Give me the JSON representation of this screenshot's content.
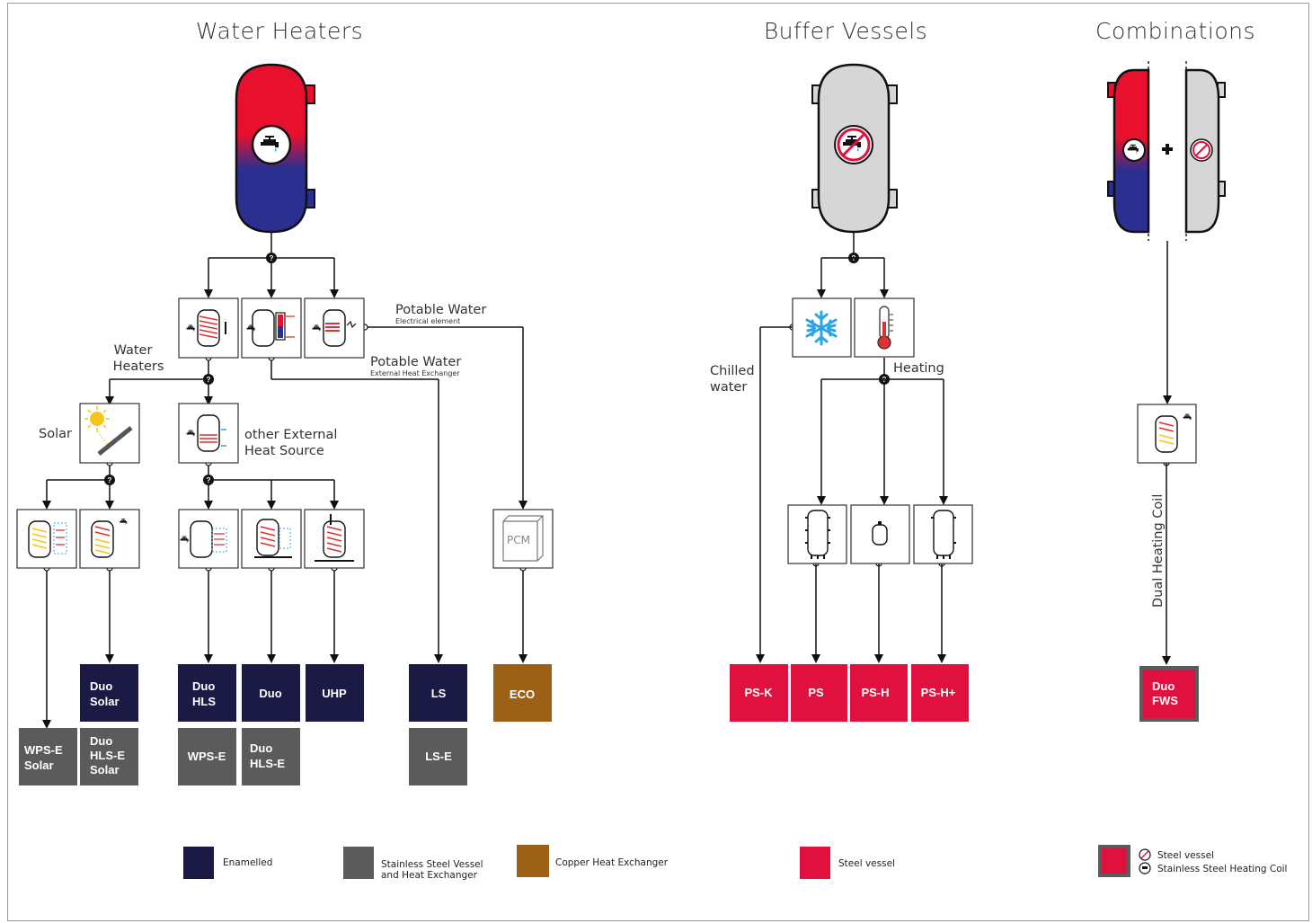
{
  "sections": {
    "water_heaters": "Water Heaters",
    "buffer_vessels": "Buffer Vessels",
    "combinations": "Combinations"
  },
  "labels": {
    "potable_electrical": "Potable Water",
    "potable_electrical_sub": "Electrical element",
    "potable_external": "Potable Water",
    "potable_external_sub": "External Heat Exchanger",
    "water_heaters_1": "Water",
    "water_heaters_2": "Heaters",
    "solar": "Solar",
    "other_external_1": "other External",
    "other_external_2": "Heat Source",
    "pcm": "PCM",
    "chilled_1": "Chilled",
    "chilled_2": "water",
    "heating": "Heating",
    "dual_heating_coil": "Dual Heating Coil",
    "decision": "?"
  },
  "products": {
    "duo_solar": [
      "Duo",
      "Solar"
    ],
    "wps_e_solar": [
      "WPS-E",
      "Solar"
    ],
    "duo_hls_e_solar": [
      "Duo",
      "HLS-E",
      "Solar"
    ],
    "duo_hls": [
      "Duo",
      "HLS"
    ],
    "wps_e": [
      "WPS-E"
    ],
    "duo": [
      "Duo"
    ],
    "duo_hls_e": [
      "Duo",
      "HLS-E"
    ],
    "uhp": [
      "UHP"
    ],
    "ls": [
      "LS"
    ],
    "ls_e": [
      "LS-E"
    ],
    "eco": [
      "ECO"
    ],
    "ps_k": [
      "PS-K"
    ],
    "ps": [
      "PS"
    ],
    "ps_h": [
      "PS-H"
    ],
    "ps_h_plus": [
      "PS-H+"
    ],
    "duo_fws": [
      "Duo",
      "FWS"
    ]
  },
  "legend": {
    "enamelled": "Enamelled",
    "stainless_1": "Stainless Steel Vessel",
    "stainless_2": "and Heat Exchanger",
    "copper": "Copper Heat Exchanger",
    "steel": "Steel vessel",
    "combo_steel": "Steel vessel",
    "combo_stainless": "Stainless Steel Heating Coil"
  },
  "colors": {
    "enamelled": "#1b1a45",
    "stainless": "#5b5b5b",
    "copper": "#9c6017",
    "steel": "#e0103f",
    "tank_red": "#e8102c",
    "tank_blue": "#2b2f8f",
    "tank_grey": "#d6d6d6",
    "coil": "#d9322f",
    "cold": "#34a3e0",
    "snow": "#2aa6e8",
    "sun": "#f7c51a"
  },
  "icons": {
    "tap": "tap-icon",
    "no_tap": "no-potable-tap-icon",
    "snowflake": "snowflake-icon",
    "thermometer": "thermometer-icon",
    "solar_panel": "solar-panel-icon"
  }
}
